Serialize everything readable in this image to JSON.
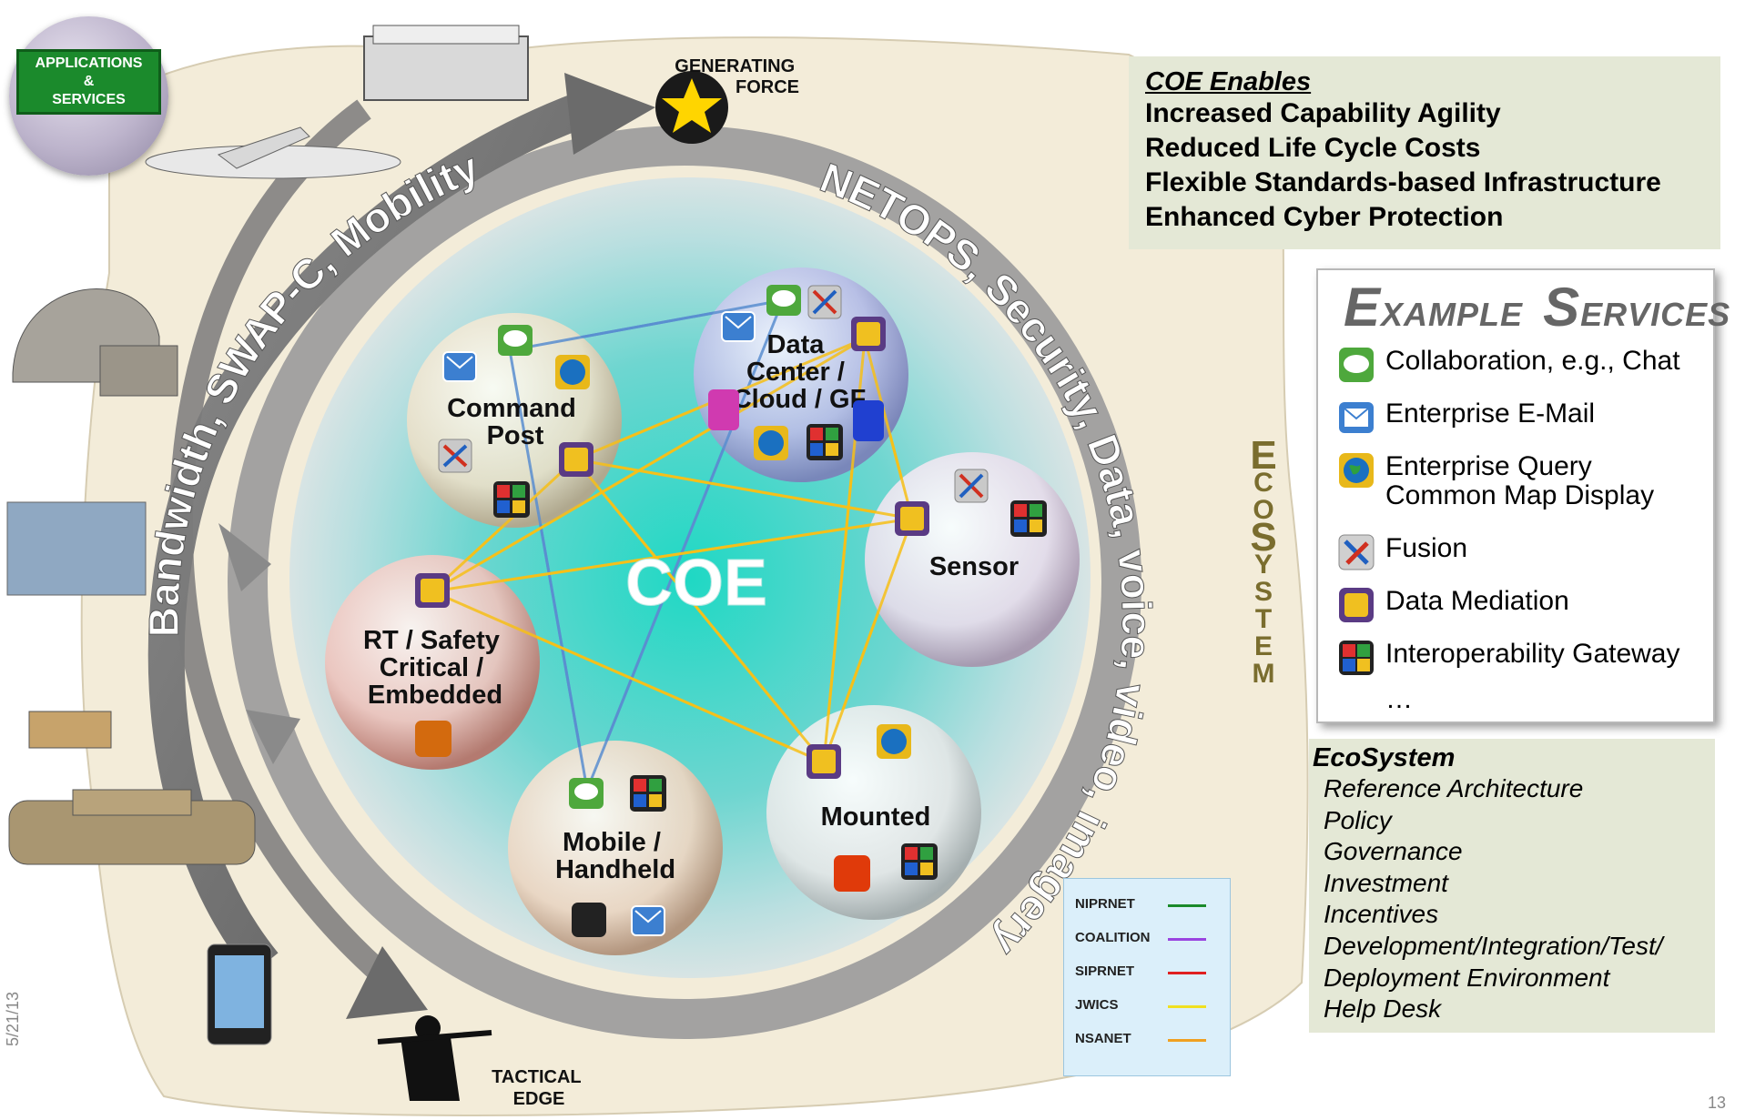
{
  "badge": {
    "line1": "APPLICATIONS",
    "line2": "&",
    "line3": "SERVICES"
  },
  "generating_force": {
    "line1": "GENERATING",
    "line2": "FORCE"
  },
  "tactical_edge": {
    "line1": "TACTICAL",
    "line2": "EDGE"
  },
  "arc_left_text": "Bandwidth, SWAP-C, Mobility",
  "arc_right_text": "NETOPS, Security, Data, voice, video, imagery",
  "center_label": "COE",
  "nodes": {
    "command_post": [
      "Command",
      "Post"
    ],
    "data_center": [
      "Data",
      "Center /",
      "Cloud / GF"
    ],
    "sensor": [
      "Sensor"
    ],
    "rt_safety": [
      "RT / Safety",
      "Critical /",
      "Embedded"
    ],
    "mobile": [
      "Mobile /",
      "Handheld"
    ],
    "mounted": [
      "Mounted"
    ]
  },
  "enables": {
    "header": "COE Enables",
    "items": [
      "Increased Capability Agility",
      "Reduced Life Cycle Costs",
      "Flexible Standards-based Infrastructure",
      "Enhanced Cyber Protection"
    ]
  },
  "services": {
    "title_a_cap": "E",
    "title_a_rest": "XAMPLE",
    "title_b_cap": "S",
    "title_b_rest": "ERVICES",
    "items": [
      {
        "icon": "chat-icon",
        "label": "Collaboration, e.g., Chat"
      },
      {
        "icon": "email-icon",
        "label": "Enterprise E-Mail"
      },
      {
        "icon": "globe-icon",
        "label": "Enterprise Query",
        "label2": "Common Map Display"
      },
      {
        "icon": "fusion-icon",
        "label": "Fusion"
      },
      {
        "icon": "data-mediation-icon",
        "label": "Data Mediation"
      },
      {
        "icon": "puzzle-icon",
        "label": "Interoperability Gateway"
      },
      {
        "label": "…"
      }
    ]
  },
  "ecosystem_vertical": [
    "E",
    "C",
    "O",
    "S",
    "Y",
    "S",
    "T",
    "E",
    "M"
  ],
  "ecosystem": {
    "header": "EcoSystem",
    "items": [
      "Reference  Architecture",
      "Policy",
      "Governance",
      "Investment",
      "Incentives",
      "Development/Integration/Test/",
      "Deployment Environment",
      "Help Desk"
    ]
  },
  "legend": [
    {
      "label": "NIPRNET",
      "color": "#1a8a2a"
    },
    {
      "label": "COALITION",
      "color": "#9a44e0"
    },
    {
      "label": "SIPRNET",
      "color": "#e02020"
    },
    {
      "label": "JWICS",
      "color": "#f0e020"
    },
    {
      "label": "NSANET",
      "color": "#f0a020"
    }
  ],
  "date": "5/21/13",
  "page_number": "13"
}
